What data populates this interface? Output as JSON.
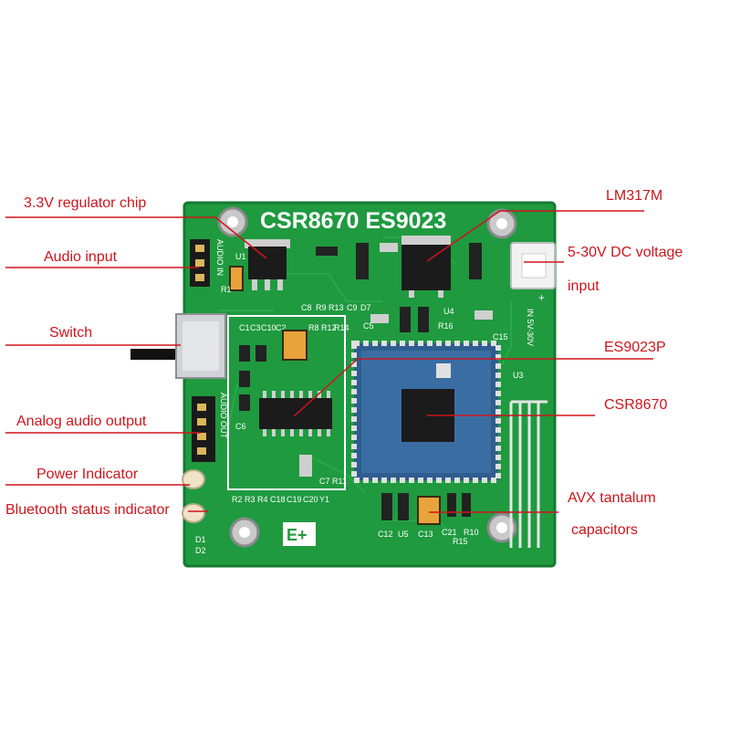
{
  "board": {
    "title": "CSR8670 ES9023",
    "brand_mark": "E+",
    "colors": {
      "pcb": "#1f9a3f",
      "label_red": "#d0141c",
      "module_blue": "#2f5d8f"
    }
  },
  "callouts": [
    {
      "id": "regulator",
      "text": "3.3V regulator chip"
    },
    {
      "id": "lm317",
      "text": "LM317M"
    },
    {
      "id": "audio-input",
      "text": "Audio input"
    },
    {
      "id": "dc-input-1",
      "text": "5-30V DC voltage"
    },
    {
      "id": "dc-input-2",
      "text": "input"
    },
    {
      "id": "switch",
      "text": "Switch"
    },
    {
      "id": "es9023p",
      "text": "ES9023P"
    },
    {
      "id": "csr8670",
      "text": "CSR8670"
    },
    {
      "id": "analog-out",
      "text": "Analog audio output"
    },
    {
      "id": "power-led",
      "text": "Power Indicator"
    },
    {
      "id": "bt-led",
      "text": "Bluetooth status indicator"
    },
    {
      "id": "tantalum-1",
      "text": "AVX tantalum"
    },
    {
      "id": "tantalum-2",
      "text": "capacitors"
    }
  ],
  "silkscreen": {
    "c1": "C1",
    "c3": "C3",
    "c10": "C10",
    "c2": "C2",
    "r1": "R1",
    "r2": "R2",
    "r3": "R3",
    "r4": "R4",
    "c8": "C8",
    "r9": "R9",
    "r13": "R13",
    "c9": "C9",
    "d7": "D7",
    "r8": "R8",
    "r12": "R12",
    "r14": "R14",
    "c6": "C6",
    "c7": "C7",
    "r11": "R11",
    "c18": "C18",
    "c19": "C19",
    "c20": "C20",
    "y1": "Y1",
    "c12": "C12",
    "u5": "U5",
    "c13": "C13",
    "c21": "C21",
    "r15": "R15",
    "r10": "R10",
    "u3": "U3",
    "u4": "U4",
    "c5": "C5",
    "r16": "R16",
    "c15": "C15",
    "u1": "U1",
    "d1": "D1",
    "d2": "D2",
    "in_label": "IN 5V-30V",
    "audio_in": "AUDIO IN",
    "audio_out": "AUDIO OUT",
    "plus": "+"
  }
}
